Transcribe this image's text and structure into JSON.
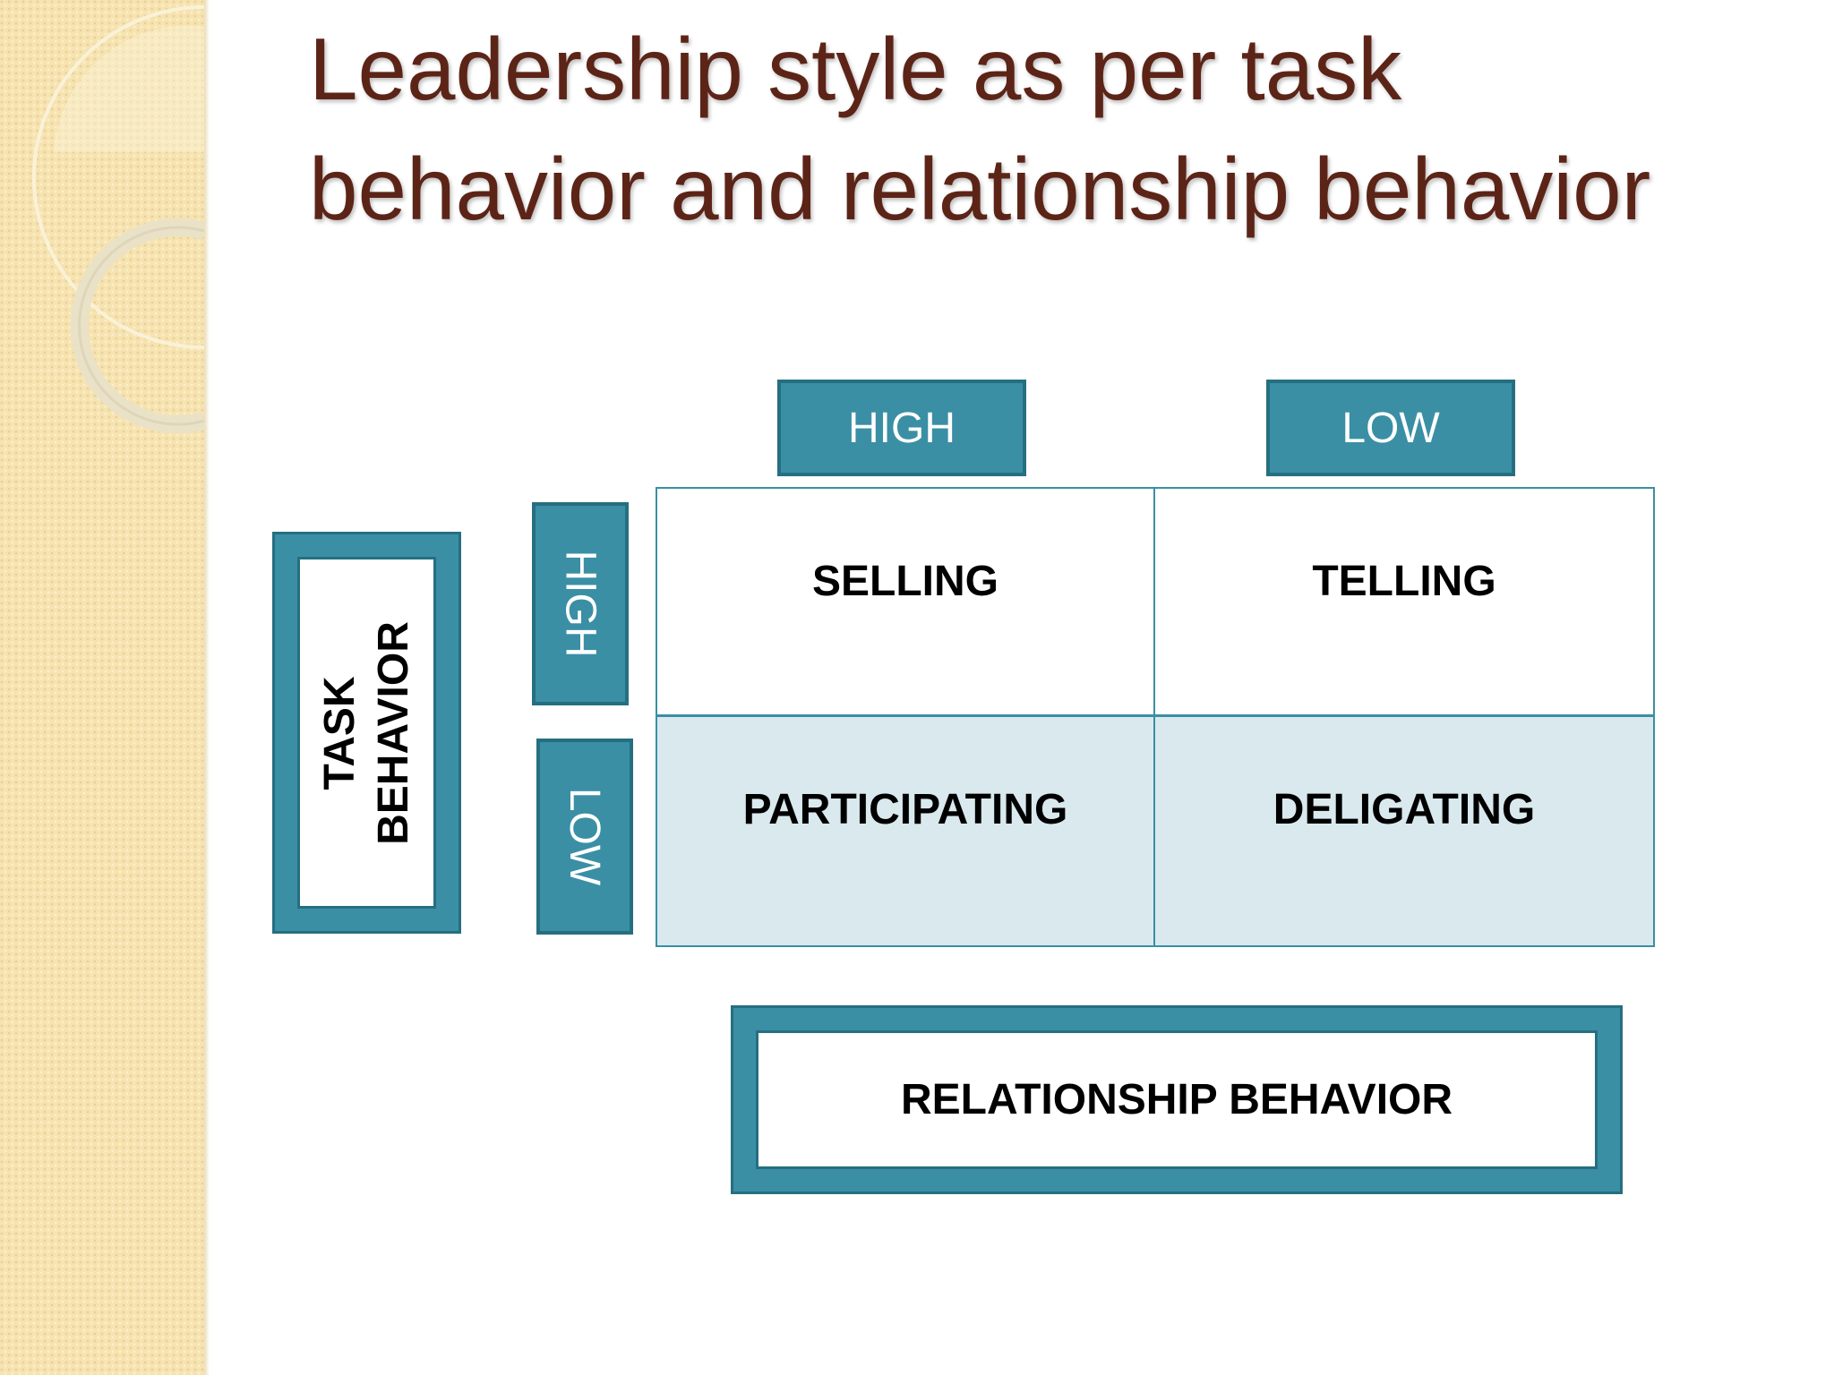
{
  "slide": {
    "title": "Leadership style as per task behavior and relationship behavior"
  },
  "diagram": {
    "column_headers": [
      "HIGH",
      "LOW"
    ],
    "row_headers": [
      "HIGH",
      "LOW"
    ],
    "cells": [
      [
        "SELLING",
        "TELLING"
      ],
      [
        "PARTICIPATING",
        "DELIGATING"
      ]
    ],
    "vertical_axis_label": [
      "TASK",
      "BEHAVIOR"
    ],
    "horizontal_axis_label": "RELATIONSHIP BEHAVIOR"
  },
  "colors": {
    "title": "#5c2417",
    "accent_teal": "#3a8fa5",
    "accent_teal_dark": "#256f80",
    "cell_light": "#d9e9ee",
    "side_band": "#f6e3b0"
  }
}
